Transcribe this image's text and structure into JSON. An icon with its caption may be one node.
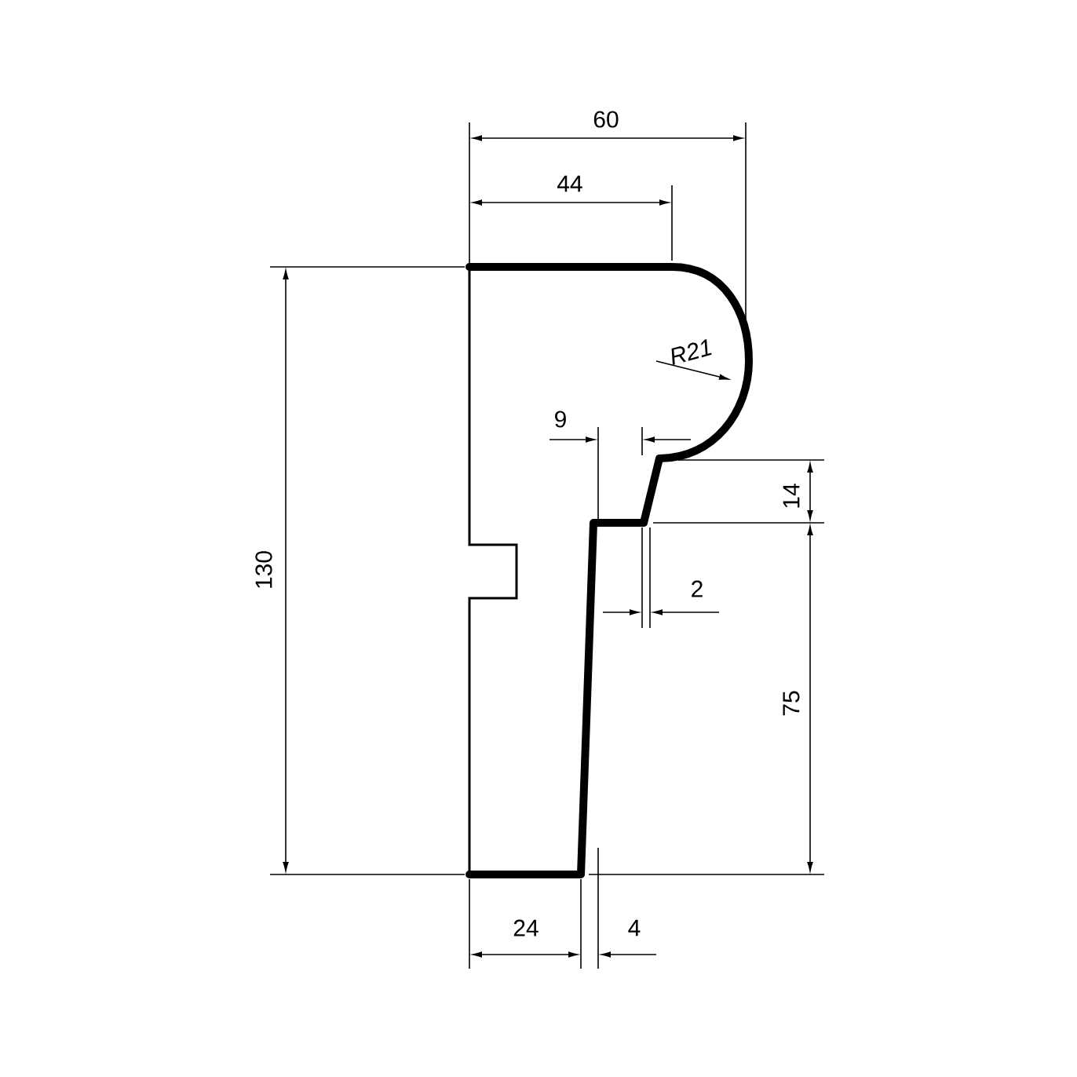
{
  "diagram": {
    "labels": [
      "60",
      "44",
      "R21",
      "9",
      "14",
      "130",
      "2",
      "75",
      "24",
      "4"
    ]
  }
}
